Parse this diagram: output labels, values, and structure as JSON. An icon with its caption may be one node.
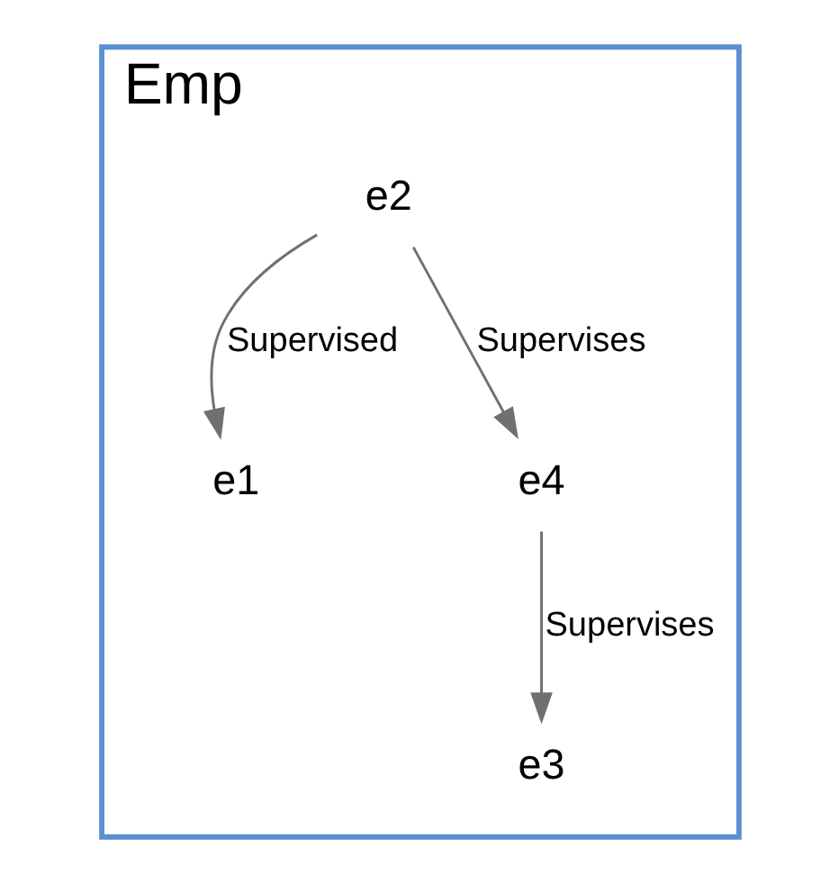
{
  "diagram": {
    "nodes": [
      {
        "text": [
          "Emp"
        ]
      },
      {
        "text": [
          "e1"
        ],
        "in": 0
      },
      {
        "text": [
          "e3"
        ],
        "in": 0
      },
      {
        "text": [
          "e2"
        ],
        "in": 0
      },
      {
        "text": [
          "e4"
        ],
        "in": 0
      }
    ],
    "edges": [
      {
        "from": 3,
        "to": 1,
        "arrow": "to",
        "label": "Supervised"
      },
      {
        "from": 4,
        "to": 2,
        "arrow": "to",
        "label": "Supervises"
      },
      {
        "from": 3,
        "to": 4,
        "arrow": "to",
        "label": "Supervises"
      }
    ]
  }
}
